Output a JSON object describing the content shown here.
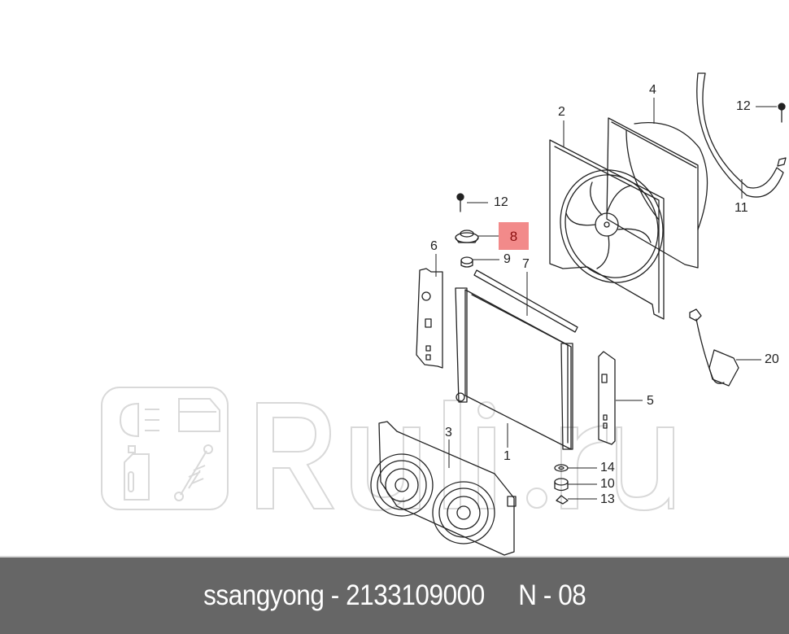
{
  "footer": {
    "brand": "ssangyong",
    "separator": " - ",
    "part_number": "2133109000",
    "gap": "     ",
    "position_label": "N - 08"
  },
  "watermark": {
    "text": "Ruli.ru",
    "icons": [
      "headlight-icon",
      "car-door-icon",
      "oil-canister-icon",
      "shock-absorber-icon"
    ],
    "color": "#d9d9d9"
  },
  "highlight": {
    "callout": "8",
    "color": "#f28a8a"
  },
  "callouts": [
    {
      "id": "c1",
      "label": "1"
    },
    {
      "id": "c2",
      "label": "2"
    },
    {
      "id": "c3",
      "label": "3"
    },
    {
      "id": "c4",
      "label": "4"
    },
    {
      "id": "c5",
      "label": "5"
    },
    {
      "id": "c6",
      "label": "6"
    },
    {
      "id": "c7",
      "label": "7"
    },
    {
      "id": "c8",
      "label": "8"
    },
    {
      "id": "c9",
      "label": "9"
    },
    {
      "id": "c10",
      "label": "10"
    },
    {
      "id": "c11",
      "label": "11"
    },
    {
      "id": "c12a",
      "label": "12"
    },
    {
      "id": "c12b",
      "label": "12"
    },
    {
      "id": "c13",
      "label": "13"
    },
    {
      "id": "c14",
      "label": "14"
    },
    {
      "id": "c20",
      "label": "20"
    }
  ],
  "parts": [
    {
      "callout": "1",
      "name": "radiator"
    },
    {
      "callout": "2",
      "name": "fan-shroud-assembly"
    },
    {
      "callout": "3",
      "name": "condenser-twin-fan-assembly"
    },
    {
      "callout": "4",
      "name": "shroud"
    },
    {
      "callout": "5",
      "name": "side-bracket-right"
    },
    {
      "callout": "6",
      "name": "side-bracket-left"
    },
    {
      "callout": "7",
      "name": "seal-strip"
    },
    {
      "callout": "8",
      "name": "upper-mount-bracket"
    },
    {
      "callout": "9",
      "name": "upper-insulator"
    },
    {
      "callout": "10",
      "name": "lower-insulator"
    },
    {
      "callout": "11",
      "name": "band-strap"
    },
    {
      "callout": "12",
      "name": "bolt"
    },
    {
      "callout": "13",
      "name": "clip"
    },
    {
      "callout": "14",
      "name": "washer"
    },
    {
      "callout": "20",
      "name": "resistor-harness"
    }
  ]
}
